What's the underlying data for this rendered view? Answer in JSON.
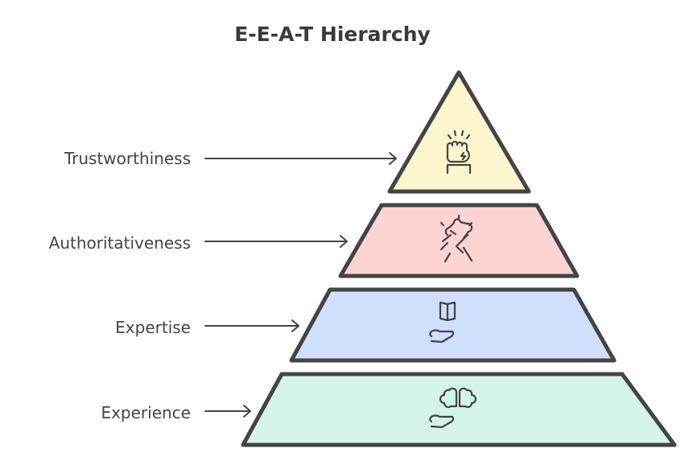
{
  "title": "E-E-A-T Hierarchy",
  "levels": [
    {
      "label": "Trustworthiness",
      "icon": "raised-fist-icon",
      "color": "#fdf6cf"
    },
    {
      "label": "Authoritativeness",
      "icon": "handshake-icon",
      "color": "#fdd3d3"
    },
    {
      "label": "Expertise",
      "icon": "book-in-hand-icon",
      "color": "#cfdffc"
    },
    {
      "label": "Experience",
      "icon": "brain-in-hand-icon",
      "color": "#d3f4e6"
    }
  ],
  "outline_color": "#444444"
}
